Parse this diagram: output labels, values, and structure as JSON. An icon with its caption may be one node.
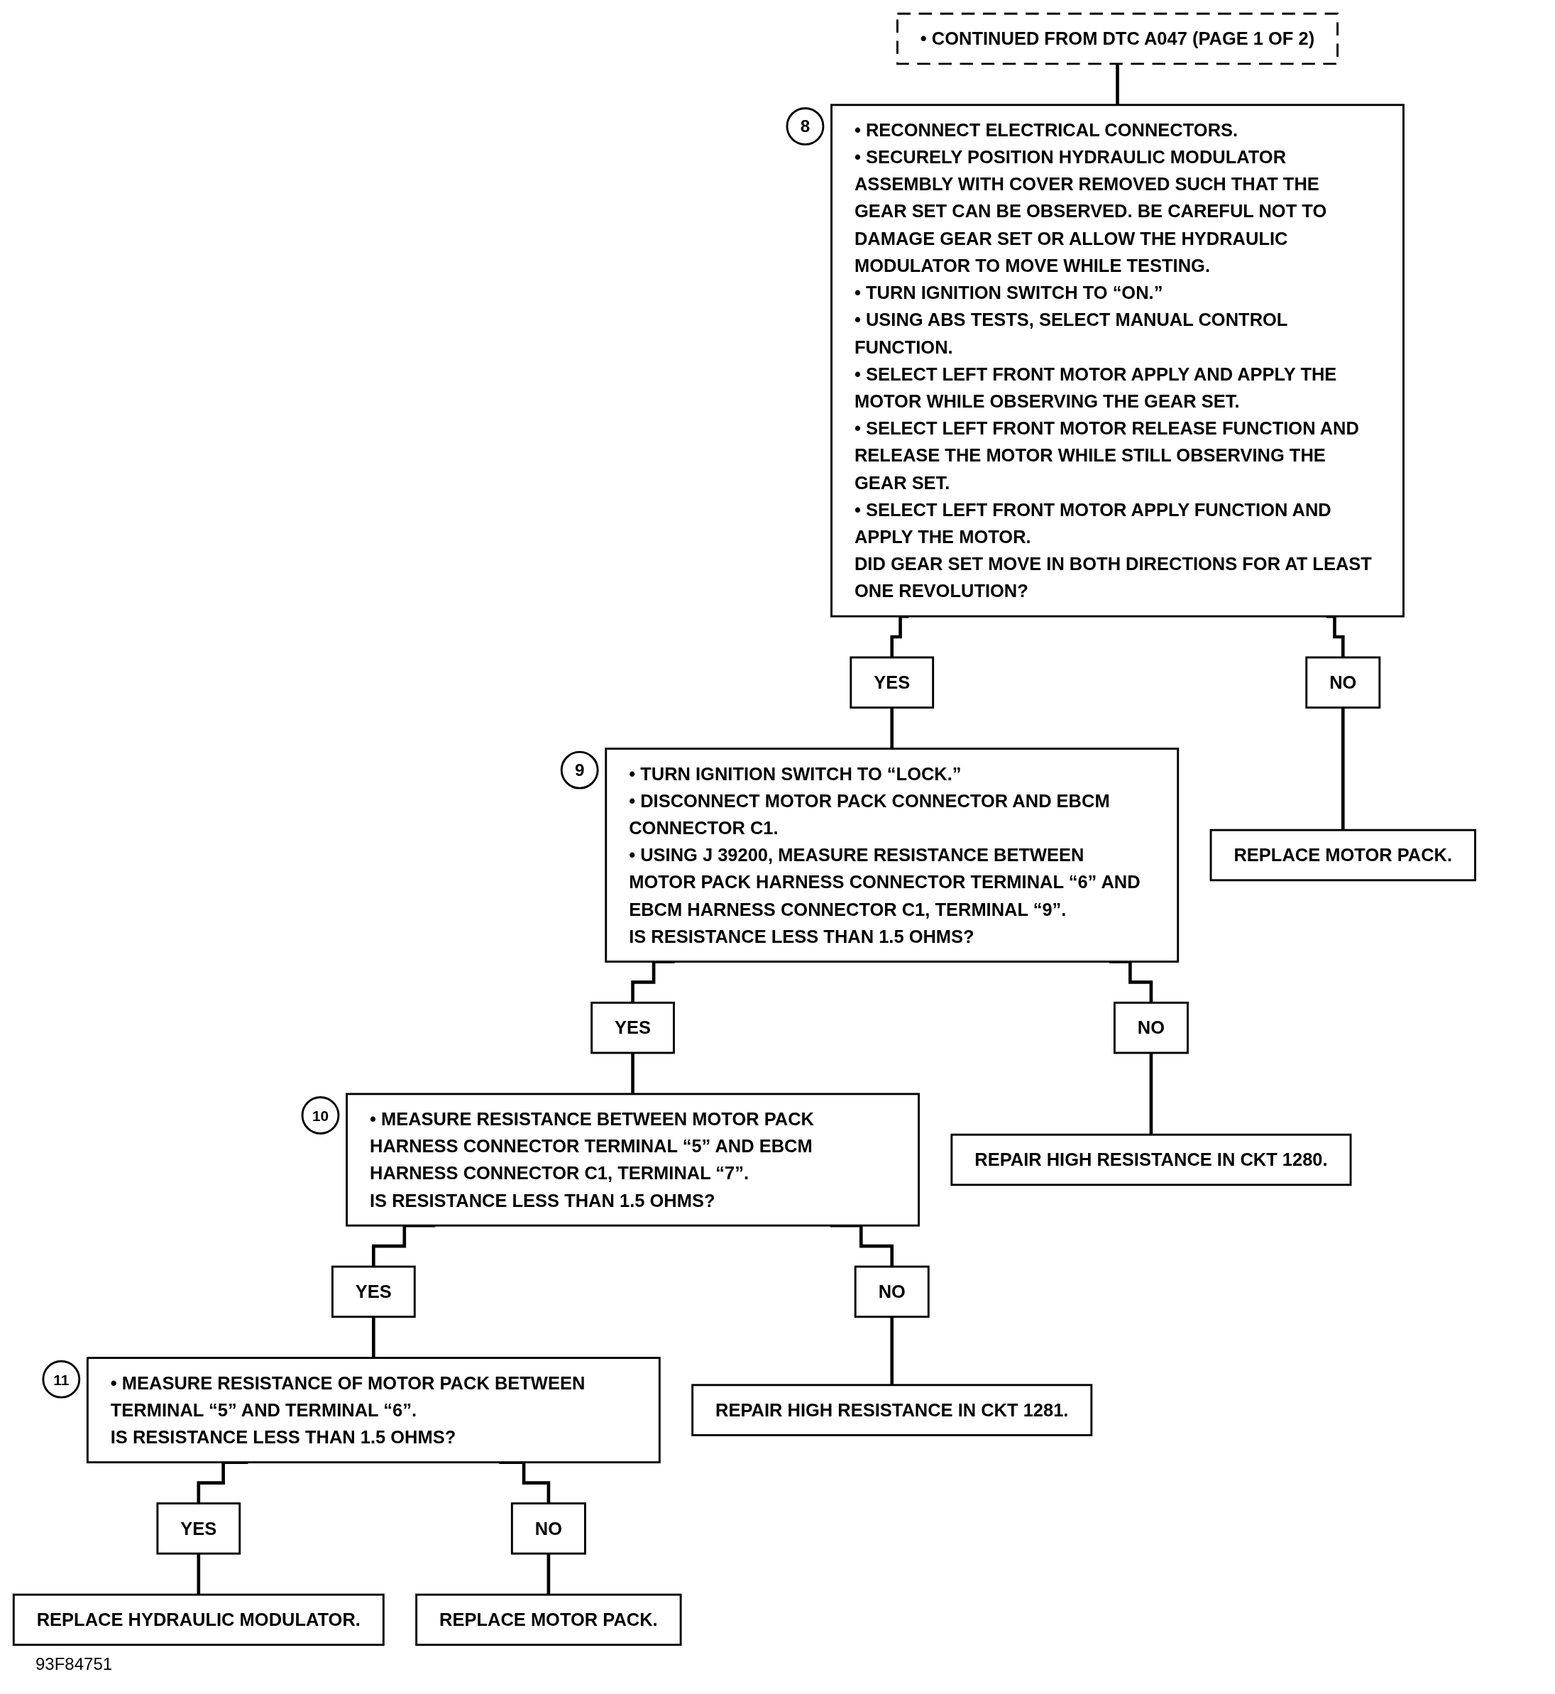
{
  "diagram": {
    "nodes": [
      {
        "text": [
          "• CONTINUED FROM DTC A047 (PAGE 1 OF 2)"
        ]
      },
      {
        "text": [
          "• RECONNECT ELECTRICAL CONNECTORS.",
          "• SECURELY POSITION HYDRAULIC MODULATOR ASSEMBLY WITH COVER REMOVED SUCH THAT THE GEAR SET CAN BE OBSERVED. BE CAREFUL NOT TO DAMAGE GEAR SET OR ALLOW THE HYDRAULIC MODULATOR TO MOVE WHILE TESTING.",
          "• TURN IGNITION SWITCH TO “ON.”",
          "• USING ABS TESTS, SELECT MANUAL CONTROL FUNCTION.",
          "• SELECT LEFT FRONT MOTOR APPLY AND APPLY THE MOTOR WHILE OBSERVING THE GEAR SET.",
          "• SELECT LEFT FRONT MOTOR RELEASE FUNCTION AND RELEASE THE MOTOR WHILE STILL OBSERVING THE GEAR SET.",
          "• SELECT LEFT FRONT MOTOR APPLY FUNCTION AND APPLY THE MOTOR.",
          "DID GEAR SET MOVE IN BOTH DIRECTIONS FOR AT LEAST ONE REVOLUTION?"
        ],
        "beside": [
          "8"
        ]
      },
      {
        "text": [
          "YES"
        ]
      },
      {
        "text": [
          "NO"
        ]
      },
      {
        "text": [
          "• TURN IGNITION SWITCH TO “LOCK.”",
          "• DISCONNECT MOTOR PACK CONNECTOR AND EBCM CONNECTOR C1.",
          "• USING J 39200, MEASURE RESISTANCE BETWEEN MOTOR PACK HARNESS CONNECTOR TERMINAL “6” AND EBCM HARNESS CONNECTOR C1, TERMINAL “9”.",
          "IS RESISTANCE LESS THAN 1.5 OHMS?"
        ],
        "beside": [
          "9"
        ]
      },
      {
        "text": [
          "REPLACE MOTOR PACK."
        ]
      },
      {
        "text": [
          "YES"
        ]
      },
      {
        "text": [
          "NO"
        ]
      },
      {
        "text": [
          "• MEASURE RESISTANCE BETWEEN MOTOR PACK HARNESS CONNECTOR TERMINAL “5” AND EBCM HARNESS CONNECTOR C1, TERMINAL “7”.",
          "IS RESISTANCE LESS THAN 1.5 OHMS?"
        ],
        "beside": [
          "10"
        ]
      },
      {
        "text": [
          "REPAIR HIGH RESISTANCE IN CKT 1280."
        ]
      },
      {
        "text": [
          "YES"
        ]
      },
      {
        "text": [
          "NO"
        ]
      },
      {
        "text": [
          "• MEASURE RESISTANCE OF MOTOR PACK BETWEEN TERMINAL “5” AND TERMINAL “6”.",
          "IS RESISTANCE LESS THAN 1.5 OHMS?"
        ],
        "beside": [
          "11"
        ]
      },
      {
        "text": [
          "REPAIR HIGH RESISTANCE IN CKT 1281."
        ]
      },
      {
        "text": [
          "YES"
        ]
      },
      {
        "text": [
          "NO"
        ]
      },
      {
        "text": [
          "REPLACE HYDRAULIC MODULATOR."
        ]
      },
      {
        "text": [
          "REPLACE MOTOR PACK."
        ]
      }
    ],
    "edges": [
      {
        "from": 0,
        "to": 1,
        "arrow": "none"
      },
      {
        "from": 1,
        "to": 2,
        "arrow": "none"
      },
      {
        "from": 1,
        "to": 3,
        "arrow": "none"
      },
      {
        "from": 2,
        "to": 4,
        "arrow": "none"
      },
      {
        "from": 3,
        "to": 5,
        "arrow": "none"
      },
      {
        "from": 4,
        "to": 6,
        "arrow": "none"
      },
      {
        "from": 4,
        "to": 7,
        "arrow": "none"
      },
      {
        "from": 6,
        "to": 8,
        "arrow": "none"
      },
      {
        "from": 7,
        "to": 9,
        "arrow": "none"
      },
      {
        "from": 8,
        "to": 10,
        "arrow": "none"
      },
      {
        "from": 8,
        "to": 11,
        "arrow": "none"
      },
      {
        "from": 10,
        "to": 12,
        "arrow": "none"
      },
      {
        "from": 11,
        "to": 13,
        "arrow": "none"
      },
      {
        "from": 12,
        "to": 14,
        "arrow": "none"
      },
      {
        "from": 12,
        "to": 15,
        "arrow": "none"
      },
      {
        "from": 14,
        "to": 16,
        "arrow": "none"
      },
      {
        "from": 15,
        "to": 17,
        "arrow": "none"
      }
    ],
    "labels": [
      "93F84751"
    ]
  }
}
